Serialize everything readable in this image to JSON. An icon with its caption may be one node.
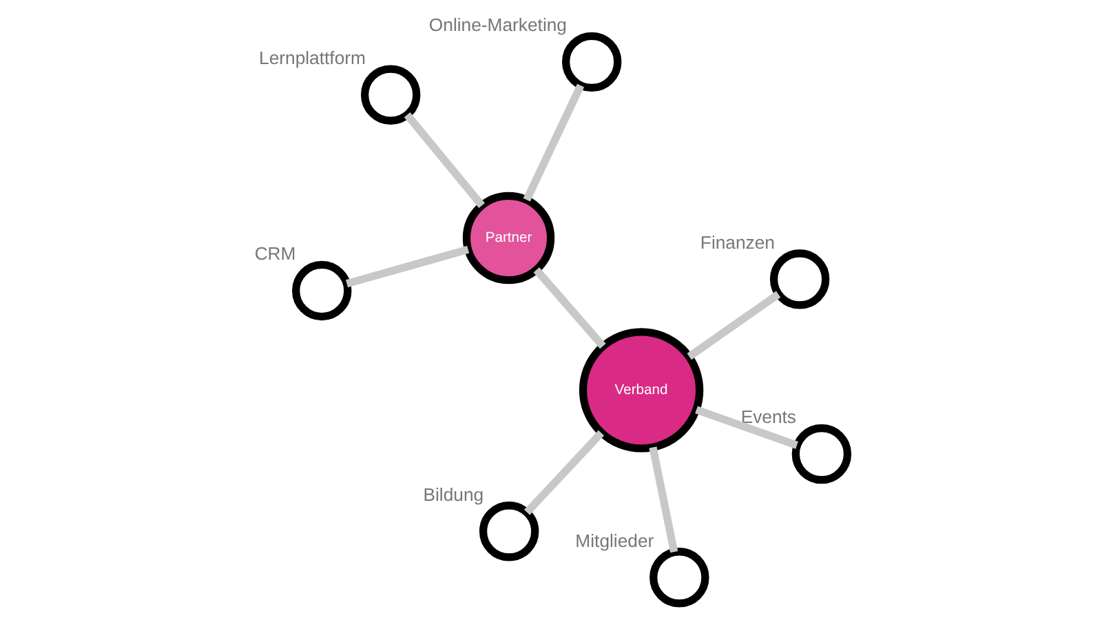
{
  "diagram": {
    "nodes": [
      {
        "text": [],
        "shape": "circle",
        "beside": [
          "CRM"
        ]
      },
      {
        "text": [],
        "shape": "circle",
        "beside": [
          "Finanzen"
        ]
      },
      {
        "text": [
          "Partner"
        ]
      },
      {
        "text": [],
        "shape": "circle",
        "beside": [
          "Lernplattform"
        ]
      },
      {
        "text": [
          "Verband"
        ]
      },
      {
        "text": [],
        "shape": "circle",
        "beside": [
          "Online-Marketing"
        ]
      },
      {
        "text": [],
        "shape": "circle",
        "beside": [
          "Bildung"
        ]
      },
      {
        "text": [],
        "shape": "circle",
        "beside": [
          "Events"
        ]
      },
      {
        "text": [],
        "shape": "circle",
        "beside": [
          "Mitglieder"
        ]
      }
    ],
    "edges": [
      {
        "from": 4,
        "to": 1,
        "arrow": "none"
      },
      {
        "from": 4,
        "to": 6,
        "arrow": "none"
      },
      {
        "from": 4,
        "to": 8,
        "arrow": "none"
      },
      {
        "from": 4,
        "to": 7,
        "arrow": "none"
      },
      {
        "from": 4,
        "to": 2,
        "arrow": "none"
      },
      {
        "from": 2,
        "to": 0,
        "arrow": "none"
      },
      {
        "from": 2,
        "to": 3,
        "arrow": "none"
      },
      {
        "from": 2,
        "to": 5,
        "arrow": "none"
      }
    ]
  }
}
